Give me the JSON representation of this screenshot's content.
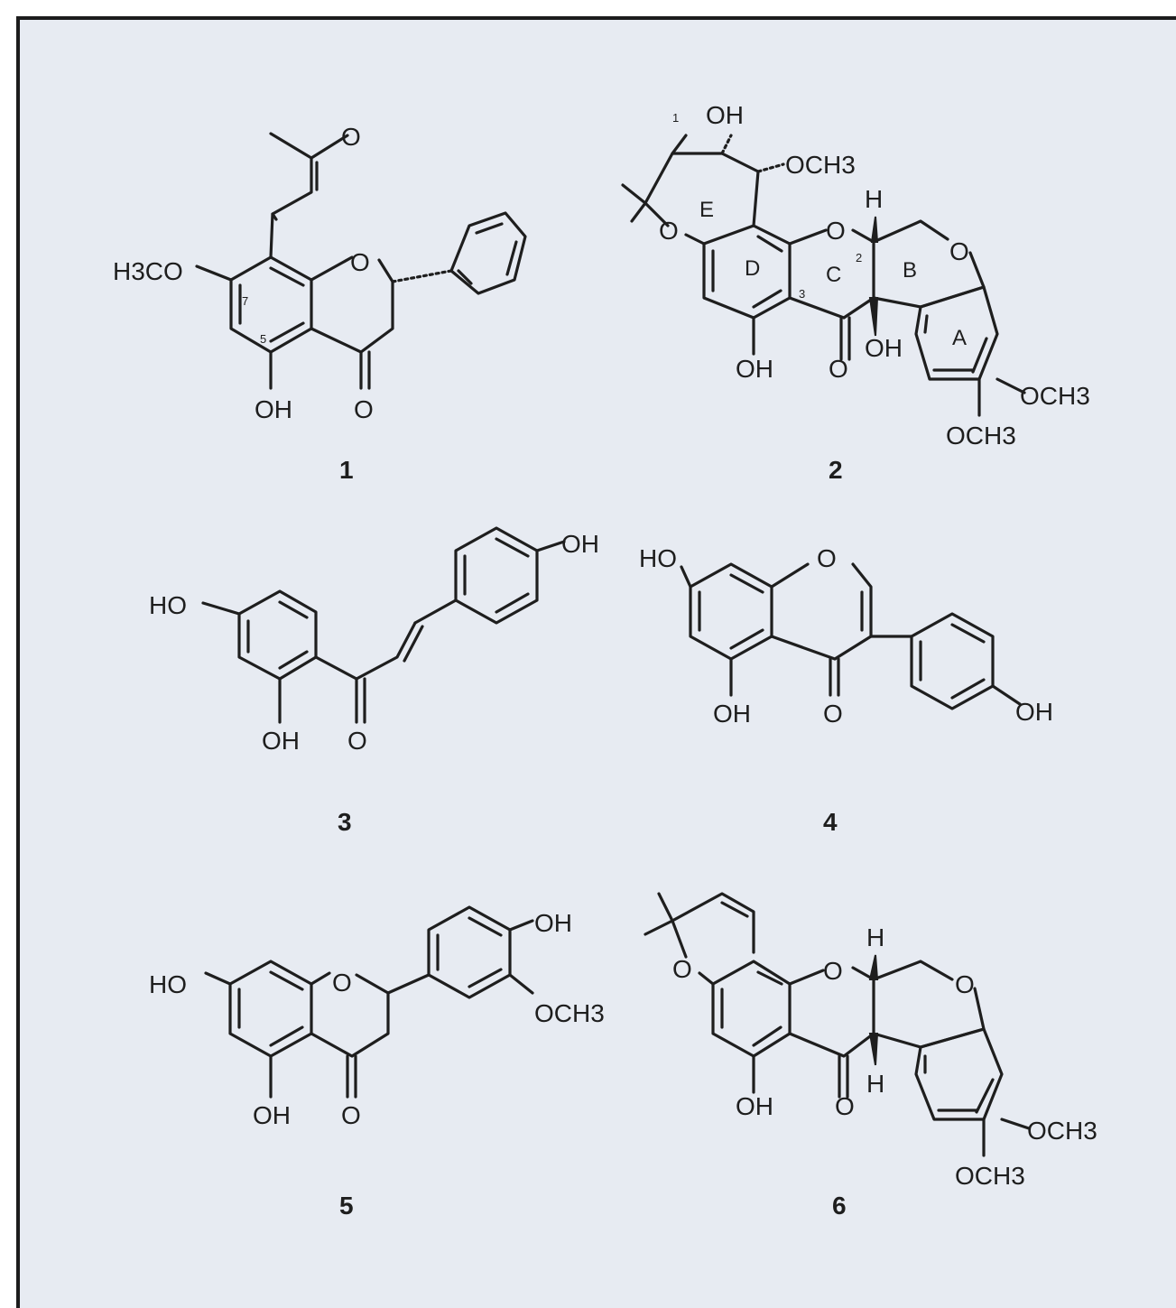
{
  "figure": {
    "compounds": [
      {
        "id": "1",
        "labels": {
          "o_ketone": "O",
          "h3co": "H3CO",
          "o_ring": "O",
          "oh": "OH",
          "o_carbonyl": "O",
          "pos7": "7",
          "pos5": "5"
        }
      },
      {
        "id": "2",
        "labels": {
          "oh_top": "OH",
          "och3_top": "OCH3",
          "h_top": "H",
          "o_e": "O",
          "o_c": "O",
          "o_b": "O",
          "oh_left": "OH",
          "o_carbonyl": "O",
          "oh_mid": "OH",
          "och3_right": "OCH3",
          "och3_bottom": "OCH3",
          "ring_a": "A",
          "ring_b": "B",
          "ring_c": "C",
          "ring_d": "D",
          "ring_e": "E",
          "pos_a": "1",
          "pos_b": "2",
          "pos_c": "3"
        }
      },
      {
        "id": "3",
        "labels": {
          "oh_right": "OH",
          "ho_left": "HO",
          "oh_bottom": "OH",
          "o_carbonyl": "O"
        }
      },
      {
        "id": "4",
        "labels": {
          "ho_left": "HO",
          "o_ring": "O",
          "oh_bottom": "OH",
          "o_carbonyl": "O",
          "oh_right": "OH"
        }
      },
      {
        "id": "5",
        "labels": {
          "oh_top": "OH",
          "ho_left": "HO",
          "o_ring": "O",
          "och3": "OCH3",
          "oh_bottom": "OH",
          "o_carbonyl": "O"
        }
      },
      {
        "id": "6",
        "labels": {
          "h_top": "H",
          "o_pyran": "O",
          "o_c": "O",
          "o_b": "O",
          "oh": "OH",
          "o_carbonyl": "O",
          "h_bottom": "H",
          "och3_right": "OCH3",
          "och3_bottom": "OCH3"
        }
      }
    ]
  }
}
